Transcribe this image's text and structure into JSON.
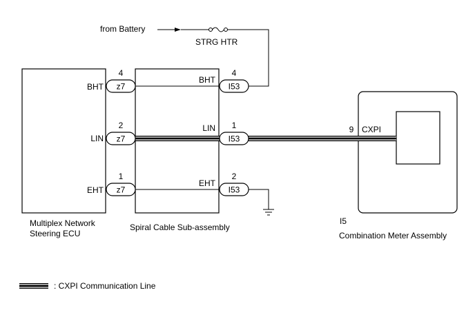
{
  "battery": {
    "label": "from Battery"
  },
  "fuse": {
    "label": "STRG HTR"
  },
  "components": {
    "steering_ecu": {
      "name_line1": "Multiplex Network",
      "name_line2": "Steering ECU"
    },
    "spiral_cable": {
      "name": "Spiral Cable Sub-assembly"
    },
    "combination_meter": {
      "code": "I5",
      "name": "Combination Meter Assembly"
    }
  },
  "pins": {
    "ecu_bht": {
      "label": "BHT",
      "pin": "4",
      "connector": "z7"
    },
    "ecu_lin": {
      "label": "LIN",
      "pin": "2",
      "connector": "z7"
    },
    "ecu_eht": {
      "label": "EHT",
      "pin": "1",
      "connector": "z7"
    },
    "spiral_bht": {
      "label": "BHT",
      "pin": "4",
      "connector": "I53"
    },
    "spiral_lin": {
      "label": "LIN",
      "pin": "1",
      "connector": "I53"
    },
    "spiral_eht": {
      "label": "EHT",
      "pin": "2",
      "connector": "I53"
    },
    "meter_cxpi": {
      "label": "CXPI",
      "pin": "9"
    }
  },
  "legend": {
    "label": ": CXPI Communication Line"
  }
}
